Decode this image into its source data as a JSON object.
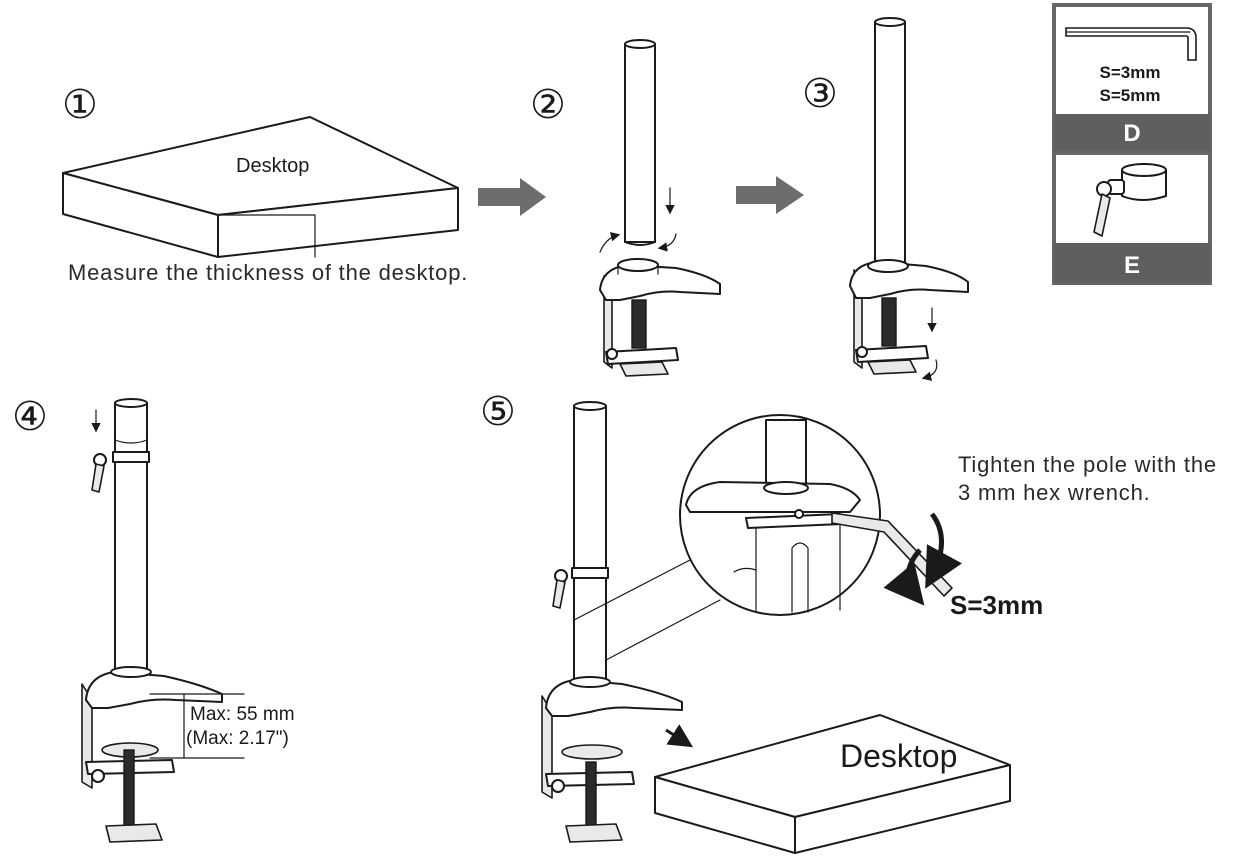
{
  "steps": [
    {
      "number": "①",
      "caption": "Measure the thickness of the desktop.",
      "desktop_label": "Desktop"
    },
    {
      "number": "②"
    },
    {
      "number": "③"
    },
    {
      "number": "④",
      "max_metric": "Max: 55 mm",
      "max_imperial": "(Max: 2.17\")"
    },
    {
      "number": "⑤",
      "instruction_line1": "Tighten the pole with the",
      "instruction_line2": "3 mm hex wrench.",
      "wrench_size": "S=3mm",
      "desktop_label": "Desktop"
    }
  ],
  "parts": {
    "d": {
      "label": "D",
      "sizes": [
        "S=3mm",
        "S=5mm"
      ]
    },
    "e": {
      "label": "E"
    }
  },
  "colors": {
    "label_bar": "#5f5f5f",
    "arrow": "#6d6d6d",
    "ink": "#1a1a1a",
    "box_border": "#666666"
  }
}
